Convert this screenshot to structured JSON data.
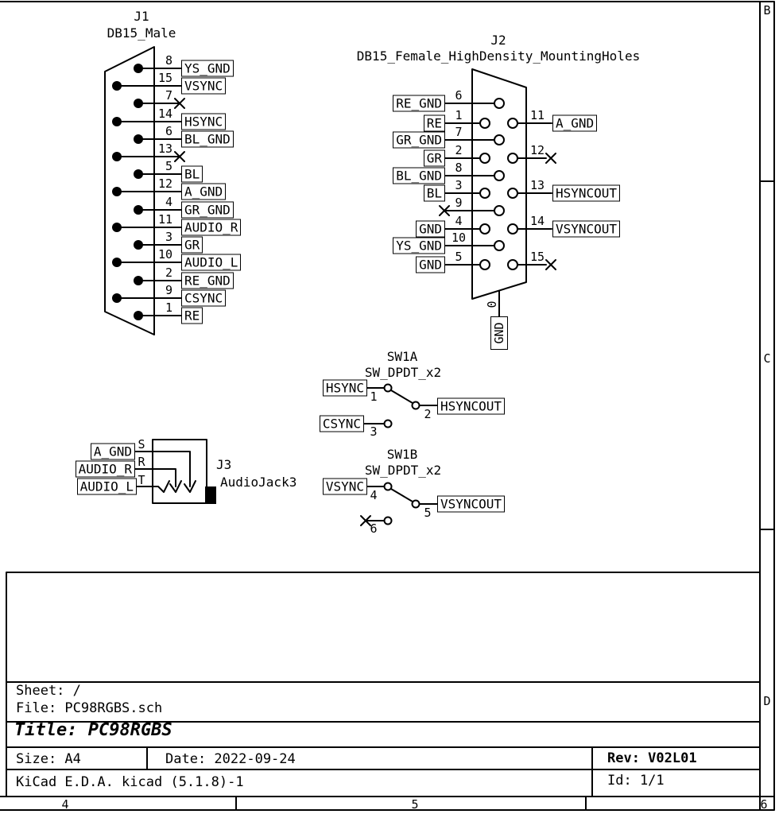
{
  "colors": {
    "ink": "#000000",
    "paper": "#ffffff"
  },
  "sheet_border": {
    "row_letters": [
      "B",
      "C",
      "D"
    ],
    "col_numbers": [
      "4",
      "5",
      "6"
    ]
  },
  "title_block": {
    "sheet": "Sheet: /",
    "file": "File: PC98RGBS.sch",
    "title": "Title: PC98RGBS",
    "size": "Size: A4",
    "date": "Date: 2022-09-24",
    "rev": "Rev: V02L01",
    "company": "KiCad E.D.A.  kicad (5.1.8)-1",
    "id": "Id: 1/1"
  },
  "components": {
    "j1": {
      "ref": "J1",
      "value": "DB15_Male",
      "pins": [
        {
          "num": "8",
          "label": "YS_GND",
          "overline": false
        },
        {
          "num": "15",
          "label": "VSYNC",
          "overline": true
        },
        {
          "num": "7",
          "label": null,
          "no_connect": true
        },
        {
          "num": "14",
          "label": "HSYNC",
          "overline": true
        },
        {
          "num": "6",
          "label": "BL_GND",
          "overline": false
        },
        {
          "num": "13",
          "label": null,
          "no_connect": true
        },
        {
          "num": "5",
          "label": "BL",
          "overline": false
        },
        {
          "num": "12",
          "label": "A_GND",
          "overline": false
        },
        {
          "num": "4",
          "label": "GR_GND",
          "overline": false
        },
        {
          "num": "11",
          "label": "AUDIO_R",
          "overline": false
        },
        {
          "num": "3",
          "label": "GR",
          "overline": false
        },
        {
          "num": "10",
          "label": "AUDIO_L",
          "overline": false
        },
        {
          "num": "2",
          "label": "RE_GND",
          "overline": false
        },
        {
          "num": "9",
          "label": "CSYNC",
          "overline": false
        },
        {
          "num": "1",
          "label": "RE",
          "overline": false
        }
      ]
    },
    "j2": {
      "ref": "J2",
      "value": "DB15_Female_HighDensity_MountingHoles",
      "left_pins": [
        {
          "num": "6",
          "label": "RE_GND"
        },
        {
          "num": "1",
          "label": "RE"
        },
        {
          "num": "7",
          "label": "GR_GND"
        },
        {
          "num": "2",
          "label": "GR"
        },
        {
          "num": "8",
          "label": "BL_GND"
        },
        {
          "num": "3",
          "label": "BL"
        },
        {
          "num": "9",
          "label": null,
          "no_connect": true
        },
        {
          "num": "4",
          "label": "GND"
        },
        {
          "num": "10",
          "label": "YS_GND"
        },
        {
          "num": "5",
          "label": "GND"
        }
      ],
      "right_pins": [
        {
          "num": "11",
          "label": "A_GND",
          "overline": false
        },
        {
          "num": "12",
          "label": null,
          "no_connect": true
        },
        {
          "num": "13",
          "label": "HSYNCOUT",
          "overline": true
        },
        {
          "num": "14",
          "label": "VSYNCOUT",
          "overline": true
        },
        {
          "num": "15",
          "label": null,
          "no_connect": true
        }
      ],
      "bottom_pin": {
        "num": "0",
        "label": "GND"
      }
    },
    "j3": {
      "ref": "J3",
      "value": "AudioJack3",
      "pins": [
        {
          "name": "S",
          "label": "A_GND"
        },
        {
          "name": "R",
          "label": "AUDIO_R"
        },
        {
          "name": "T",
          "label": "AUDIO_L"
        }
      ]
    },
    "sw1a": {
      "ref": "SW1A",
      "value": "SW_DPDT_x2",
      "pins": [
        {
          "num": "1",
          "label": "HSYNC",
          "overline": true
        },
        {
          "num": "2",
          "label": "HSYNCOUT",
          "overline": true
        },
        {
          "num": "3",
          "label": "CSYNC",
          "overline": false
        }
      ]
    },
    "sw1b": {
      "ref": "SW1B",
      "value": "SW_DPDT_x2",
      "pins": [
        {
          "num": "4",
          "label": "VSYNC",
          "overline": true
        },
        {
          "num": "5",
          "label": "VSYNCOUT",
          "overline": true
        },
        {
          "num": "6",
          "label": null,
          "no_connect": true
        }
      ]
    }
  }
}
